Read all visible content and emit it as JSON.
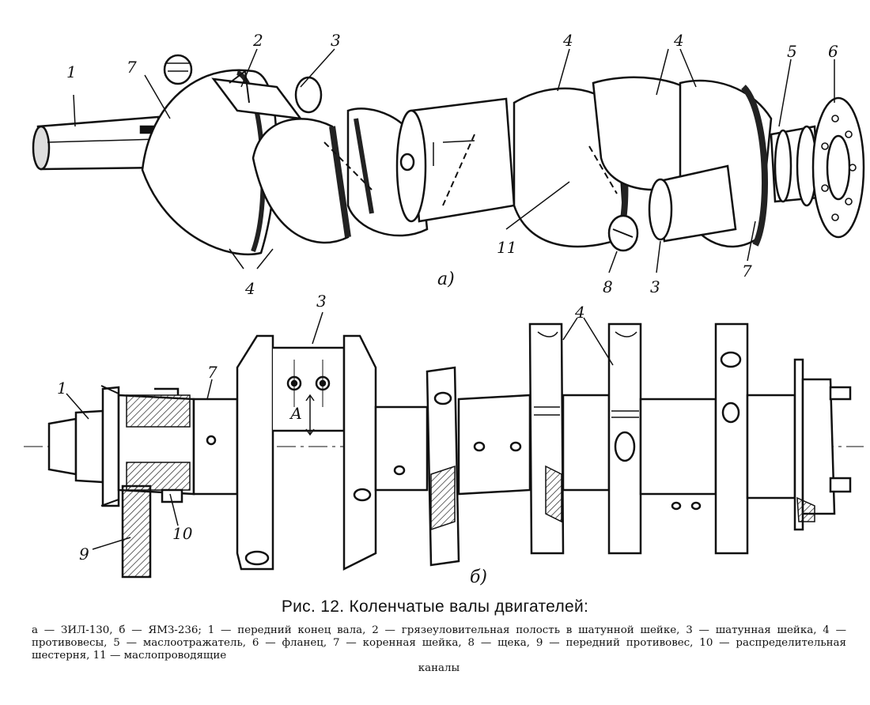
{
  "view_a": {
    "sublabel": "а)",
    "labels": [
      "1",
      "7",
      "2",
      "3",
      "4",
      "4",
      "5",
      "6",
      "4",
      "11",
      "8",
      "3",
      "7"
    ]
  },
  "view_b": {
    "sublabel": "б)",
    "labels": [
      "3",
      "4",
      "7",
      "1",
      "А",
      "9",
      "10"
    ]
  },
  "caption": {
    "title": "Рис. 12. Коленчатые валы двигателей:",
    "body": "а — ЗИЛ-130, б — ЯМЗ-236; 1 — передний конец вала, 2 — грязеуловительная полость в шатунной шейке, 3 — шатунная шейка, 4 — противовесы, 5 — маслоотражатель, 6 — фланец, 7 — коренная шейка, 8 — щека, 9 — передний противовес, 10 — распределительная шестерня, 11 — маслопроводящие",
    "tail": "каналы"
  }
}
